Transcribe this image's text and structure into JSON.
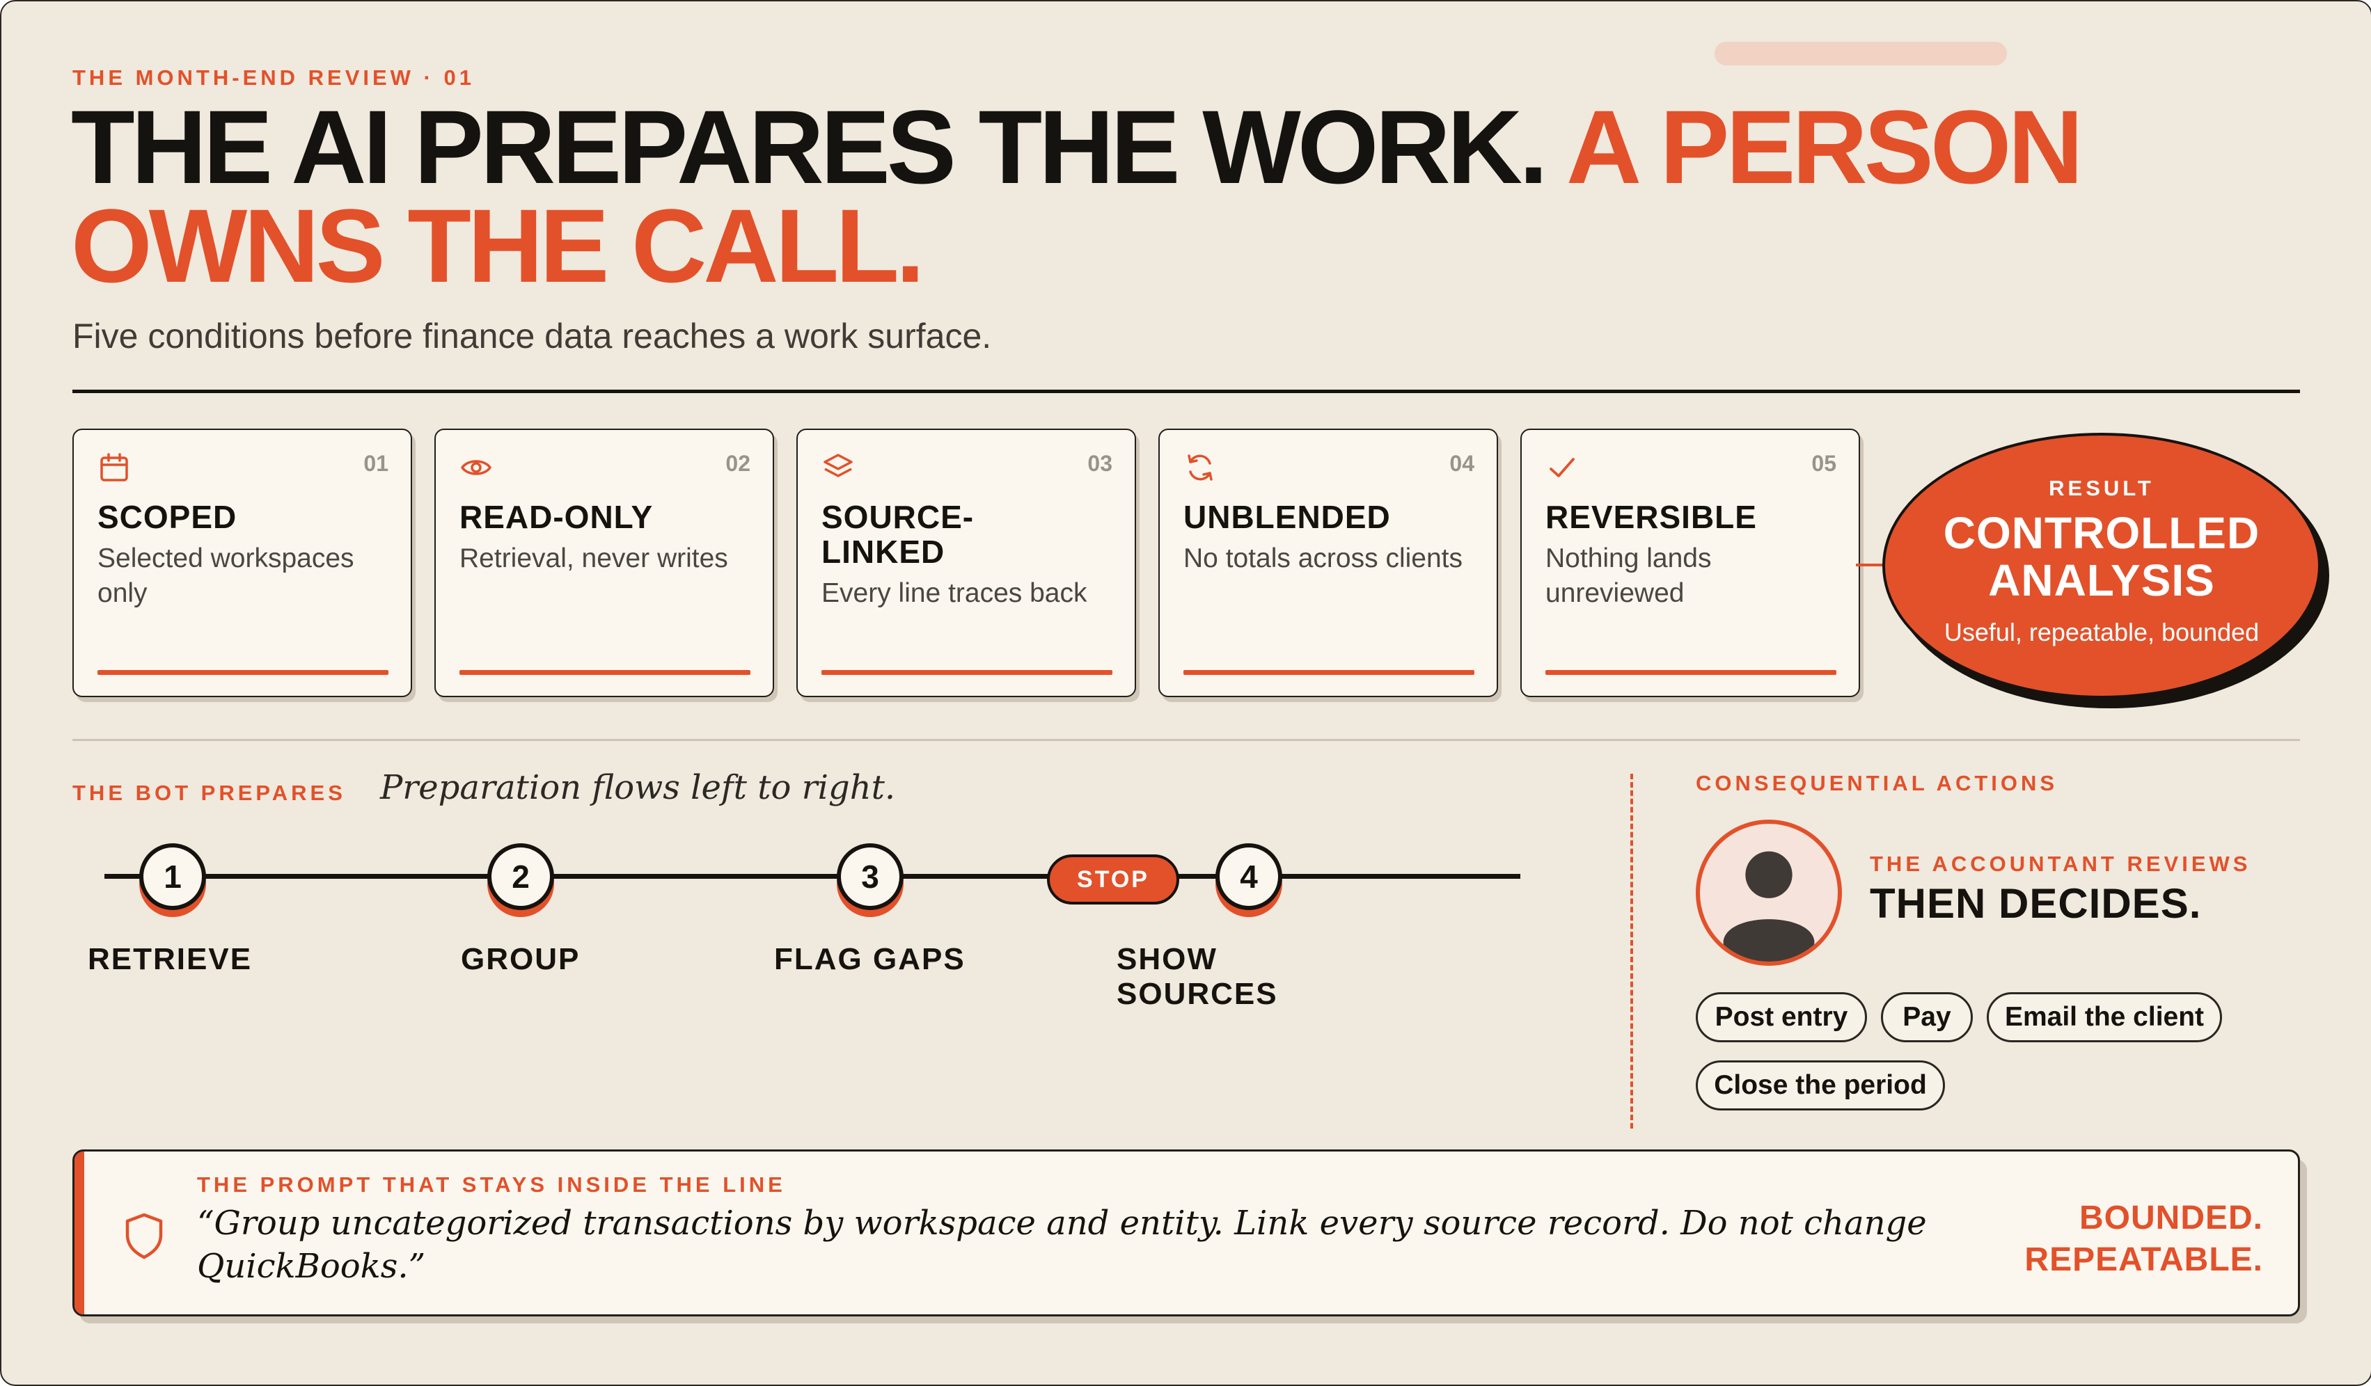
{
  "header": {
    "eyebrow": "THE MONTH-END REVIEW · 01",
    "title_dark": "THE AI PREPARES THE WORK.",
    "title_accent": "A PERSON OWNS THE CALL.",
    "subtitle": "Five conditions before finance data reaches a work surface."
  },
  "conditions": [
    {
      "number": "01",
      "icon": "calendar-icon",
      "title": "SCOPED",
      "description": "Selected workspaces only"
    },
    {
      "number": "02",
      "icon": "eye-icon",
      "title": "READ-ONLY",
      "description": "Retrieval, never writes"
    },
    {
      "number": "03",
      "icon": "layers-icon",
      "title": "SOURCE-LINKED",
      "description": "Every line traces back"
    },
    {
      "number": "04",
      "icon": "refresh-icon",
      "title": "UNBLENDED",
      "description": "No totals across clients"
    },
    {
      "number": "05",
      "icon": "check-icon",
      "title": "REVERSIBLE",
      "description": "Nothing lands unreviewed"
    }
  ],
  "result": {
    "label": "RESULT",
    "title": "CONTROLLED ANALYSIS",
    "subtitle": "Useful, repeatable, bounded"
  },
  "flow": {
    "eyebrow": "THE BOT PREPARES",
    "heading": "Preparation flows left to right.",
    "steps": [
      {
        "number": "1",
        "label": "RETRIEVE"
      },
      {
        "number": "2",
        "label": "GROUP"
      },
      {
        "number": "3",
        "label": "FLAG GAPS"
      },
      {
        "number": "4",
        "label": "SHOW SOURCES"
      }
    ],
    "stop_label": "STOP"
  },
  "actions": {
    "eyebrow": "CONSEQUENTIAL ACTIONS",
    "reviewer_label": "THE ACCOUNTANT REVIEWS",
    "decision": "THEN DECIDES.",
    "items": [
      "Post entry",
      "Pay",
      "Email the client",
      "Close the period"
    ]
  },
  "prompt": {
    "eyebrow": "THE PROMPT THAT STAYS INSIDE THE LINE",
    "quote": "“Group uncategorized transactions by workspace and entity. Link every source record. Do not change QuickBooks.”",
    "tag_line1": "BOUNDED.",
    "tag_line2": "REPEATABLE."
  },
  "colors": {
    "accent": "#e2512a",
    "ink": "#16130f",
    "background": "#efe9de",
    "card": "#fbf7ef"
  }
}
